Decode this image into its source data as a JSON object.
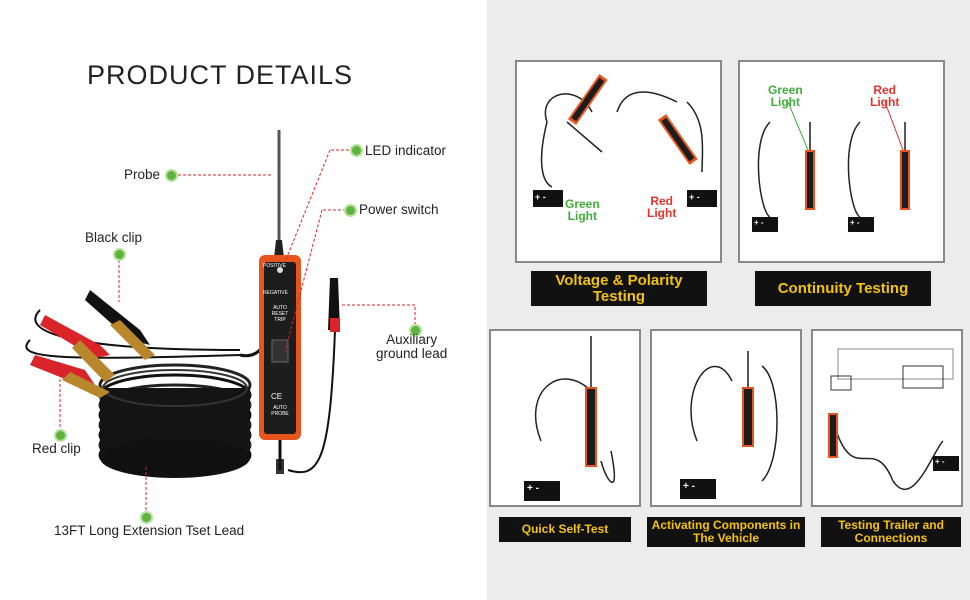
{
  "title": "PRODUCT DETAILS",
  "callouts": {
    "probe": "Probe",
    "led": "LED indicator",
    "power": "Power switch",
    "black_clip": "Black clip",
    "aux": "Auxiliary\nground lead",
    "red_clip": "Red clip",
    "lead": "13FT Long Extension Tset Lead"
  },
  "device_labels": {
    "positive": "POSITIVE",
    "negative": "NEGATIVE",
    "auto": "AUTO RESET TRIP",
    "ce": "CE",
    "probe": "AUTO PROBE"
  },
  "panels": {
    "voltage": {
      "label": "Voltage & Polarity Testing",
      "green": "Green\nLight",
      "red": "Red\nLight"
    },
    "continuity": {
      "label": "Continuity Testing",
      "green": "Green\nLight",
      "red": "Red\nLight"
    },
    "selftest": {
      "label": "Quick Self-Test"
    },
    "components": {
      "label": "Activating Components in The Vehicle"
    },
    "trailer": {
      "label": "Testing Trailer and Connections"
    }
  },
  "battery_symbol": "+ -",
  "colors": {
    "accent_green": "#5db33b",
    "label_yellow": "#f3c30c",
    "device_orange": "#e8541e",
    "green_text": "#3fae3a",
    "red_text": "#e0332b"
  }
}
